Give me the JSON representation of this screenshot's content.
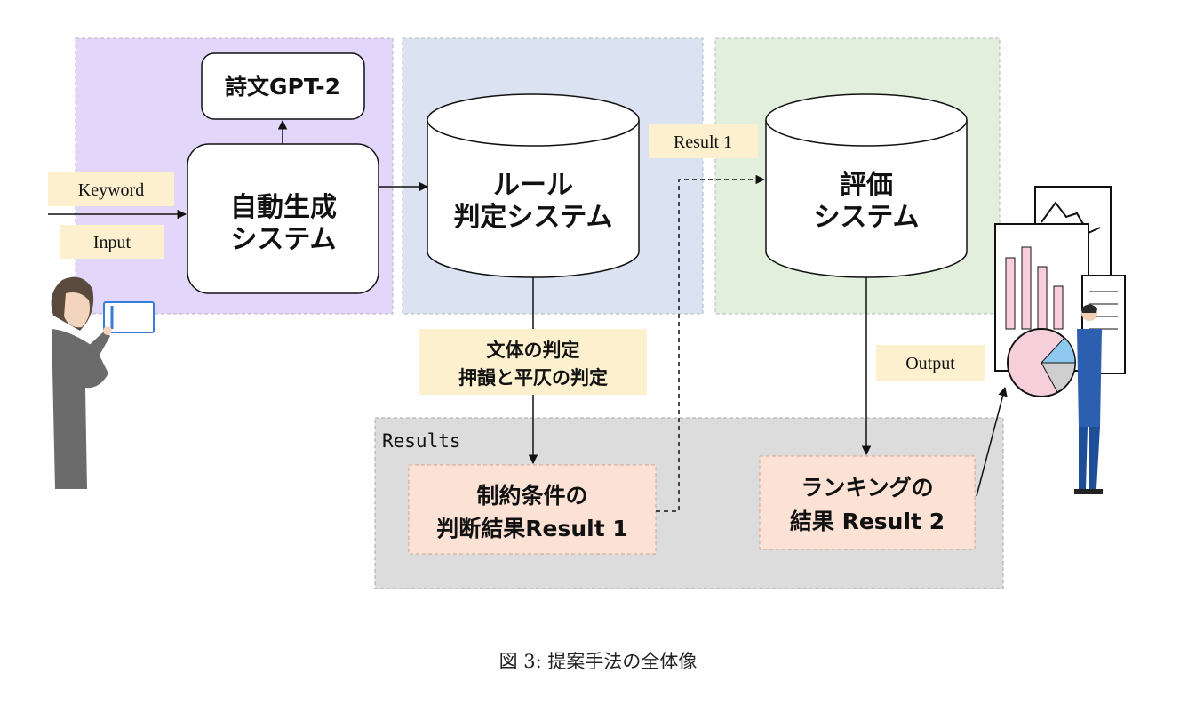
{
  "panels": {
    "generation": {
      "fill": "#e3d6fb"
    },
    "rule": {
      "fill": "#dbe3f3"
    },
    "evaluation": {
      "fill": "#e2efdc"
    },
    "results": {
      "fill": "#dcdcdc",
      "label": "Results"
    }
  },
  "nodes": {
    "gpt2": "詩文GPT-2",
    "auto_gen": [
      "自動生成",
      "システム"
    ],
    "rule_system": [
      "ルール",
      "判定システム"
    ],
    "eval_system": [
      "評価",
      "システム"
    ],
    "constraint_result": [
      "制約条件の",
      "判断結果Result 1"
    ],
    "ranking_result": [
      "ランキングの",
      "結果 Result 2"
    ]
  },
  "tags": {
    "keyword": "Keyword",
    "input": "Input",
    "result1": "Result 1",
    "output": "Output",
    "checks": [
      "文体の判定",
      "押韻と平仄の判定"
    ]
  },
  "colors": {
    "tag_fill": "#fdf0cf",
    "result_box_fill": "#fbe2d5"
  },
  "caption": "図 3: 提案手法の全体像"
}
